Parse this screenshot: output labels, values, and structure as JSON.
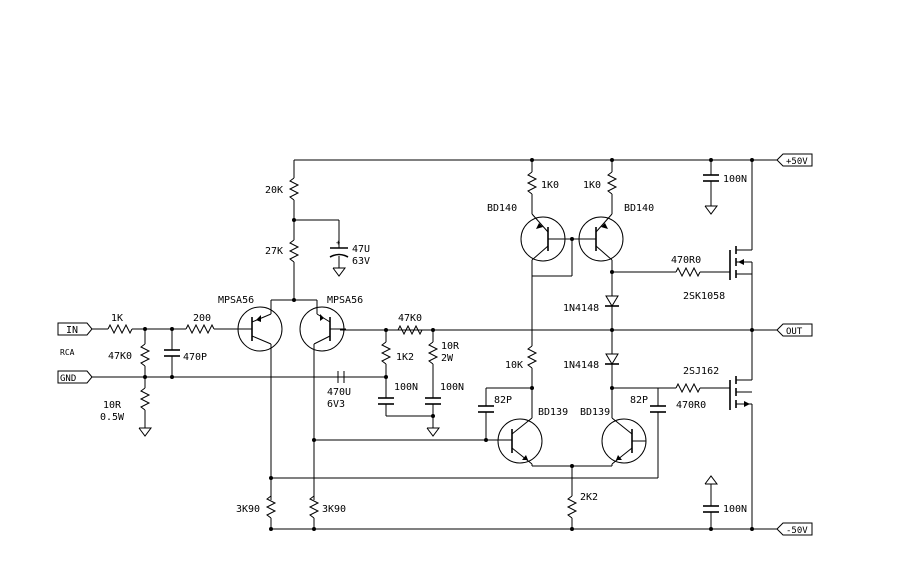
{
  "ports": {
    "in": "IN",
    "gnd": "GND",
    "out": "OUT",
    "vpos": "+50V",
    "vneg": "-50V",
    "rca": "RCA"
  },
  "resistors": {
    "r_in": "1K",
    "r_47k0_in": "47K0",
    "r_200": "200",
    "r_10r_a": "10R",
    "r_10r_b": "0.5W",
    "r_20k": "20K",
    "r_27k": "27K",
    "r_47k0_fb": "47K0",
    "r_1k2": "1K2",
    "r_10r2w_a": "10R",
    "r_10r2w_b": "2W",
    "r_1k0_l": "1K0",
    "r_1k0_r": "1K0",
    "r_10k": "10K",
    "r_470r0_top": "470R0",
    "r_470r0_bot": "470R0",
    "r_3k90_l": "3K90",
    "r_3k90_r": "3K90",
    "r_2k2": "2K2"
  },
  "capacitors": {
    "c_470p": "470P",
    "c_47u_a": "47U",
    "c_47u_b": "63V",
    "c_470u_a": "470U",
    "c_470u_b": "6V3",
    "c_100n_a": "100N",
    "c_100n_b": "100N",
    "c_100n_top": "100N",
    "c_100n_bot": "100N",
    "c_82p_l": "82P",
    "c_82p_r": "82P"
  },
  "semis": {
    "q_mpsa56_l": "MPSA56",
    "q_mpsa56_r": "MPSA56",
    "q_bd140_l": "BD140",
    "q_bd140_r": "BD140",
    "q_bd139_l": "BD139",
    "q_bd139_r": "BD139",
    "d_top": "1N4148",
    "d_bot": "1N4148",
    "m_top": "2SK1058",
    "m_bot": "2SJ162"
  }
}
